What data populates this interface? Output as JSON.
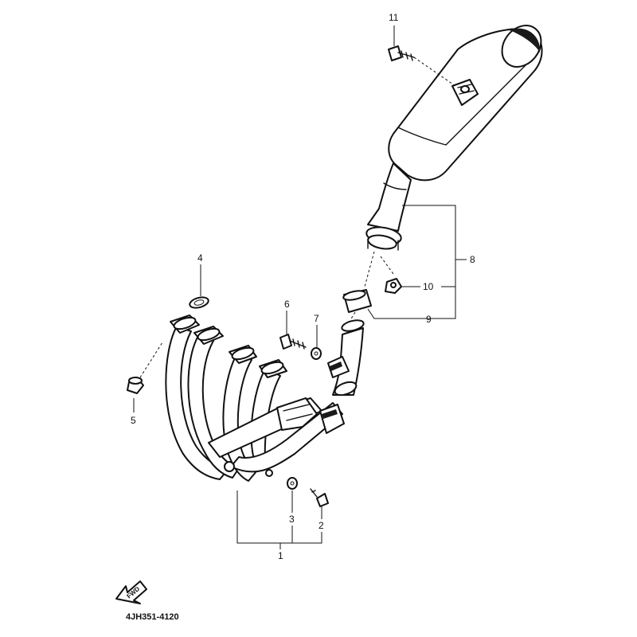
{
  "callouts": [
    {
      "id": "c1",
      "text": "1"
    },
    {
      "id": "c2",
      "text": "2"
    },
    {
      "id": "c3",
      "text": "3"
    },
    {
      "id": "c4",
      "text": "4"
    },
    {
      "id": "c5",
      "text": "5"
    },
    {
      "id": "c6",
      "text": "6"
    },
    {
      "id": "c7",
      "text": "7"
    },
    {
      "id": "c8",
      "text": "8"
    },
    {
      "id": "c9",
      "text": "9"
    },
    {
      "id": "c10",
      "text": "10"
    },
    {
      "id": "c11",
      "text": "11"
    }
  ],
  "front_arrow": {
    "text": "FWD"
  },
  "diagram_code": "4JH351-4120"
}
